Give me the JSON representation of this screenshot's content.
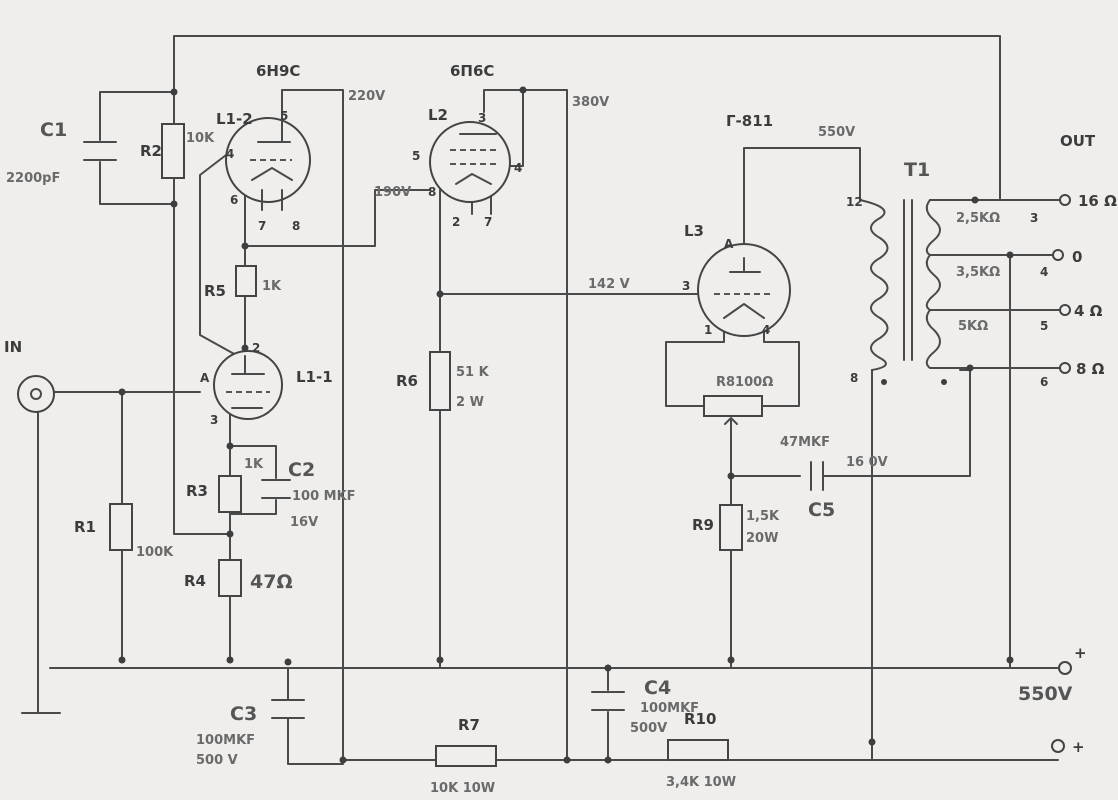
{
  "labels": {
    "in": "IN",
    "out": "OUT",
    "c1": "C1",
    "c1_val": "2200pF",
    "r2": "R2",
    "r2_val": "10K",
    "tube1": "6Н9С",
    "l12": "L1-2",
    "l11": "L1-1",
    "v220": "220V",
    "tube2": "6П6С",
    "l2": "L2",
    "v380": "380V",
    "v190": "190V",
    "tube3": "Г-811",
    "l3": "L3",
    "v550": "550V",
    "t1": "T1",
    "r5": "R5",
    "r5_val": "1K",
    "r6": "R6",
    "r6_val1": "51 K",
    "r6_val2": "2 W",
    "v142": "142 V",
    "r8": "R8100Ω",
    "c5_val1": "47MKF",
    "c5_val2": "16 0V",
    "c5": "C5",
    "r9": "R9",
    "r9_val1": "1,5K",
    "r9_val2": "20W",
    "r1": "R1",
    "r1_val": "100K",
    "r3": "R3",
    "r3_val": "1K",
    "c2": "C2",
    "c2_val1": "100 MKF",
    "c2_val2": "16V",
    "r4": "R4",
    "r4_val": "47Ω",
    "c3": "C3",
    "c3_val1": "100MKF",
    "c3_val2": "500 V",
    "r7": "R7",
    "r7_val": "10K 10W",
    "c4": "C4",
    "c4_val1": "100MKF",
    "c4_val2": "500V",
    "r10": "R10",
    "r10_val": "3,4K 10W",
    "out_16": "16 Ω",
    "out_0": "0",
    "out_4": "4 Ω",
    "out_8": "8 Ω",
    "tap_25k": "2,5KΩ",
    "tap_35k": "3,5KΩ",
    "tap_5k": "5KΩ",
    "pin3": "3",
    "pin4": "4",
    "pin5": "5",
    "pin6": "6",
    "pin12": "12",
    "pin8": "8",
    "supply_plus": "+",
    "supply_550": "550V",
    "supply_plus2": "+",
    "p5a": "5",
    "p4a": "4",
    "p6a": "6",
    "p7a": "7",
    "p8a": "8",
    "p2b": "2",
    "pAb": "A",
    "p3b": "3",
    "p3c": "3",
    "p5c": "5",
    "p4c": "4",
    "p8c": "8",
    "p2c": "2",
    "p7c": "7",
    "pAd": "A",
    "p3d": "3",
    "p1d": "1",
    "p4d": "4"
  }
}
